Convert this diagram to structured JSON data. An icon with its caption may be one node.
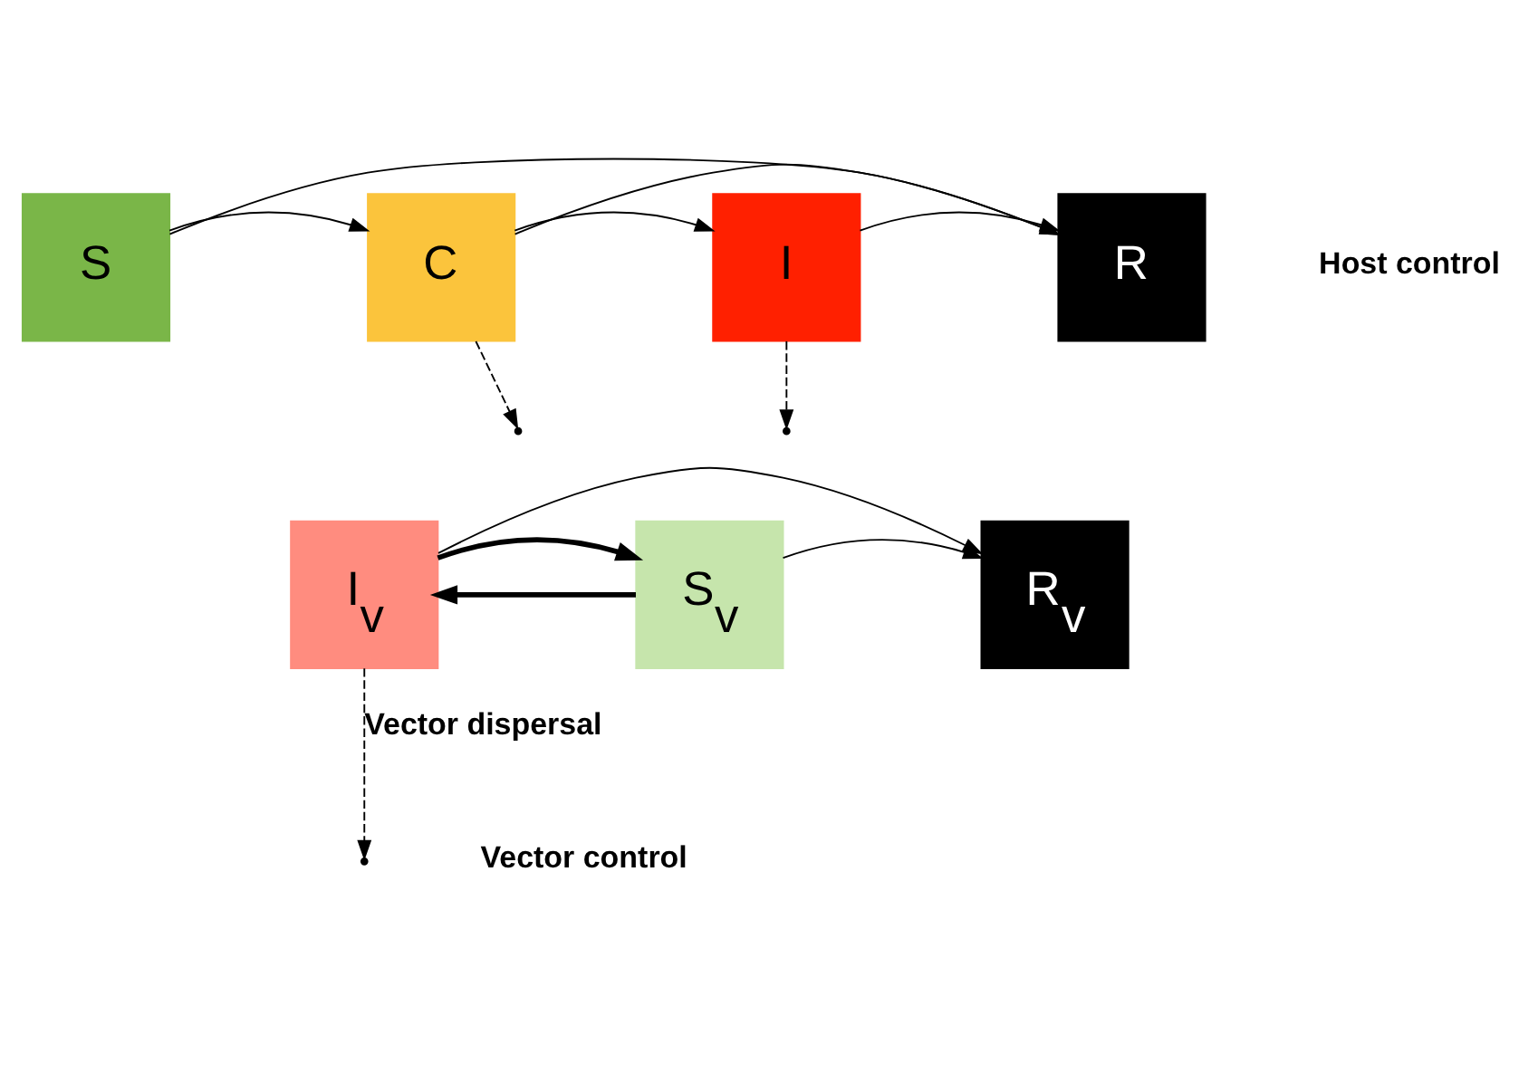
{
  "diagram": {
    "nodes": [
      {
        "text": [
          "S"
        ]
      },
      {
        "text": [
          "C"
        ]
      },
      {
        "text": [
          "I"
        ]
      },
      {
        "text": [
          "R"
        ]
      },
      {
        "text": [
          "I$_{v}$"
        ]
      },
      {
        "text": [
          "S$_{v}$"
        ]
      },
      {
        "text": [
          "R$_{v}$"
        ]
      }
    ],
    "edges": [
      {
        "from": 0,
        "to": 1,
        "arrow": "to"
      },
      {
        "from": 1,
        "to": 2,
        "arrow": "to"
      },
      {
        "from": 0,
        "to": 3,
        "arrow": "to"
      },
      {
        "from": 1,
        "to": 3,
        "arrow": "to"
      },
      {
        "from": 2,
        "to": 3,
        "arrow": "to"
      },
      {
        "from": 1,
        "to": null,
        "arrow": "to",
        "style": "dashed"
      },
      {
        "from": 2,
        "to": null,
        "arrow": "to",
        "style": "dashed"
      },
      {
        "from": 5,
        "to": 4,
        "arrow": "to",
        "style": "thick"
      },
      {
        "from": 4,
        "to": 5,
        "arrow": "to",
        "style": "thick"
      },
      {
        "from": 4,
        "to": null,
        "arrow": "to",
        "style": "dashed",
        "label": "Vector dispersal"
      },
      {
        "from": 4,
        "to": 6,
        "arrow": "to"
      },
      {
        "from": 5,
        "to": 6,
        "arrow": "to"
      }
    ],
    "labels": [
      "Host control",
      "Vector control"
    ]
  }
}
